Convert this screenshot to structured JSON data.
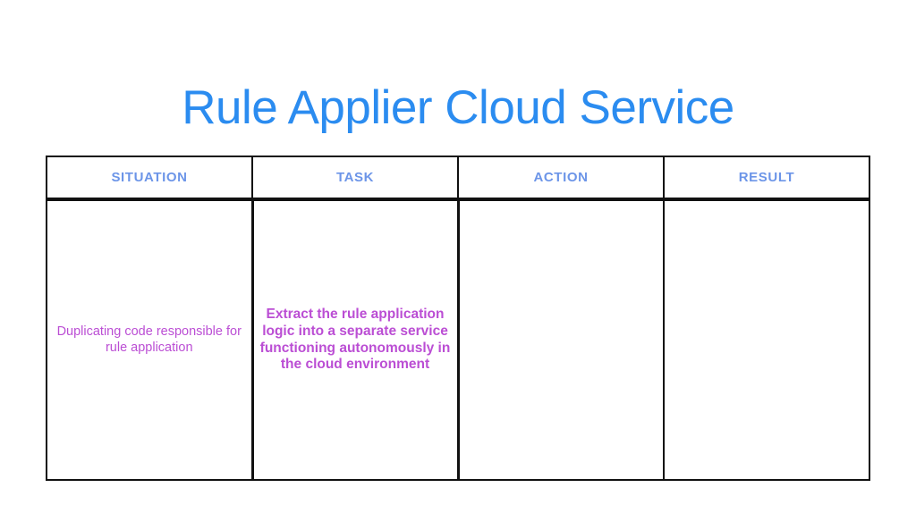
{
  "slide": {
    "title": "Rule Applier Cloud Service",
    "title_color": "#2b8cf0",
    "background_color": "#ffffff"
  },
  "table": {
    "header_text_color": "#6c95e8",
    "body_text_color": "#bb4ed4",
    "border_color": "#111111",
    "columns": [
      {
        "key": "situation",
        "header": "SITUATION"
      },
      {
        "key": "task",
        "header": "TASK"
      },
      {
        "key": "action",
        "header": "ACTION"
      },
      {
        "key": "result",
        "header": "RESULT"
      }
    ],
    "rows": [
      {
        "situation": "Duplicating code responsible for rule application",
        "task": "Extract the rule application logic into a separate service functioning autonomously in the cloud environment",
        "action": "",
        "result": ""
      }
    ]
  }
}
